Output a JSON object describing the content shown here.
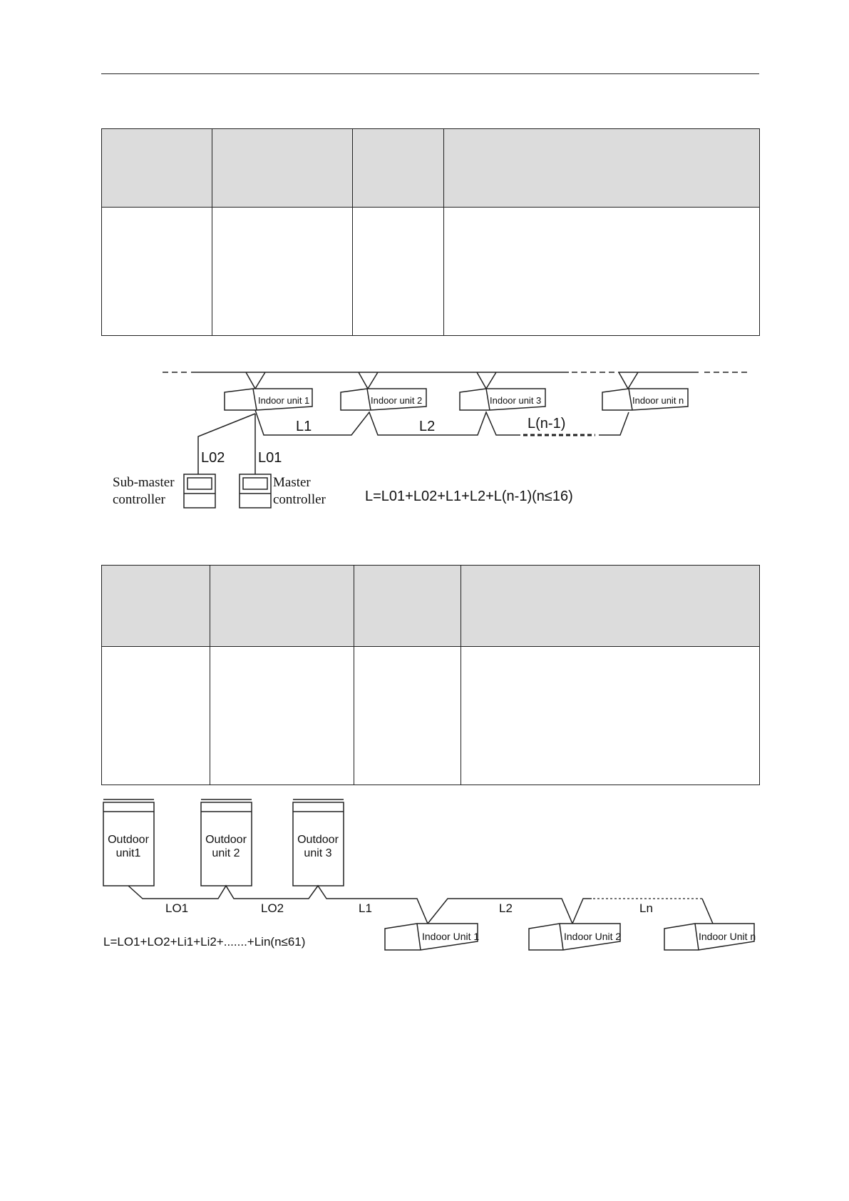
{
  "table1": {
    "columns": [
      "",
      "",
      "",
      ""
    ],
    "rows": [
      [
        "",
        "",
        "",
        ""
      ]
    ]
  },
  "diagram1": {
    "indoor_units": [
      "Indoor unit 1",
      "Indoor unit 2",
      "Indoor unit 3",
      "Indoor unit n"
    ],
    "segment_labels": {
      "l1": "L1",
      "l2": "L2",
      "ln1": "L(n-1)",
      "l02": "L02",
      "l01": "L01"
    },
    "sub_master_label": [
      "Sub-master",
      "controller"
    ],
    "master_label": [
      "Master",
      "controller"
    ],
    "formula": "L=L01+L02+L1+L2+L(n-1)(n≤16)"
  },
  "table2": {
    "columns": [
      "",
      "",
      "",
      ""
    ],
    "rows": [
      [
        "",
        "",
        "",
        ""
      ]
    ]
  },
  "diagram2": {
    "outdoor_units": [
      {
        "line1": "Outdoor",
        "line2": "unit1"
      },
      {
        "line1": "Outdoor",
        "line2": "unit 2"
      },
      {
        "line1": "Outdoor",
        "line2": "unit 3"
      }
    ],
    "indoor_units": [
      "Indoor Unit 1",
      "Indoor Unit 2",
      "Indoor Unit n"
    ],
    "segment_labels": {
      "lo1": "LO1",
      "lo2": "LO2",
      "l1": "L1",
      "l2": "L2",
      "ln": "Ln"
    },
    "formula": "L=LO1+LO2+Li1+Li2+.......+Lin(n≤61)"
  }
}
